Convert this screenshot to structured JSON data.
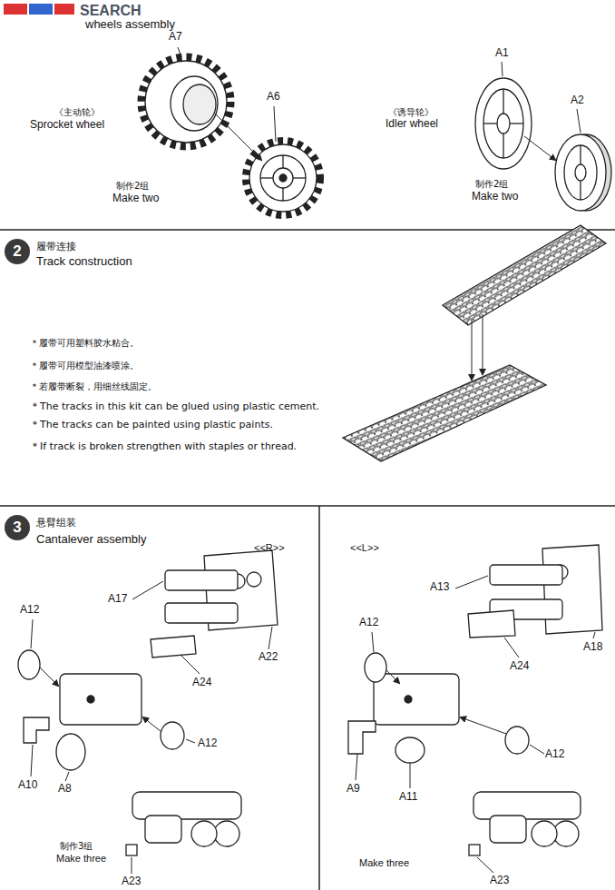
{
  "diagram": {
    "nodes": [
      {
        "text": [
          "2"
        ]
      },
      {
        "text": [
          "3"
        ]
      }
    ],
    "labels": [
      "SEARCH",
      "wheels assembly",
      "A7",
      "A6",
      "《主动轮》",
      "Sprocket wheel",
      "制作2组",
      "Make two",
      "A1",
      "A2",
      "《诱导轮》",
      "Idler wheel",
      "制作2组",
      "Make two",
      "履带连接",
      "Track construction",
      "＊履带可用塑料胶水粘合。",
      "＊履带可用模型油漆喷涂。",
      "＊若履带断裂，用细丝线固定。",
      "＊The tracks in this kit can be glued using plastic cement.",
      "＊The tracks can be painted using plastic paints.",
      "＊If track is broken strengthen with staples or thread.",
      "悬臂组装",
      "Cantalever assembly",
      "<<R>>",
      "A17",
      "A22",
      "A24",
      "A12",
      "A12",
      "A10",
      "A8",
      "制作3组",
      "Make three",
      "A23",
      "<<L>>",
      "A13",
      "A18",
      "A24",
      "A12",
      "A12",
      "A9",
      "A11",
      "Make three",
      "A23"
    ]
  }
}
